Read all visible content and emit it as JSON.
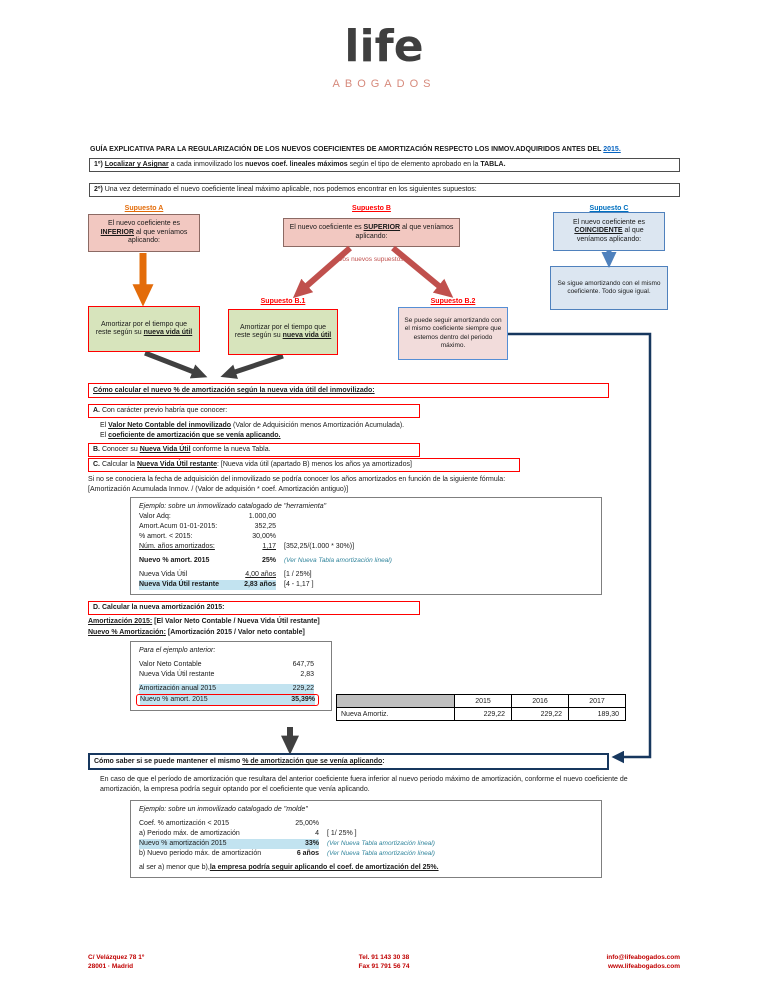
{
  "logo": {
    "brand": "life",
    "subtitle": "ABOGADOS"
  },
  "title": {
    "main": "GUÍA EXPLICATIVA PARA LA REGULARIZACIÓN DE LOS NUEVOS COEFICIENTES DE AMORTIZACIÓN RESPECTO LOS INMOV.ADQUIRIDOS ANTES DEL ",
    "year_link": "2015."
  },
  "steps": {
    "step1_parts": [
      "1º) ",
      "Localizar y Asignar",
      " a cada inmovilizado los ",
      "nuevos coef. lineales máximos",
      " según el tipo de elemento aprobado en la ",
      "TABLA."
    ],
    "step2_prefix": "2º)",
    "step2_text": " Una vez determinado el nuevo coeficiente lineal máximo aplicable, nos podemos encontrar en los siguientes supuestos:"
  },
  "flowchart": {
    "supuesto_a": {
      "label": "Supuesto A",
      "box_pre": "El nuevo coeficiente es ",
      "box_em": "INFERIOR",
      "box_post": " al que veníamos aplicando:",
      "result_pre": "Amortizar por el tiempo que reste según su ",
      "result_em": "nueva vida útil"
    },
    "supuesto_b": {
      "label": "Supuesto B",
      "box_pre": "El nuevo coeficiente es ",
      "box_em": "SUPERIOR",
      "box_post": " al que veníamos aplicando:",
      "sub_note": "Dos nuevos supuestos:",
      "b1_label": "Supuesto B.1",
      "b1_pre": "Amortizar por el tiempo que reste según su ",
      "b1_em": "nueva vida útil",
      "b2_label": "Supuesto B.2",
      "b2_text": "Se puede seguir amortizando con el mismo coeficiente siempre que estemos dentro del periodo máximo."
    },
    "supuesto_c": {
      "label": "Supuesto C",
      "box_pre": "El nuevo coeficiente es ",
      "box_em": "COINCIDENTE",
      "box_post": " al que veníamos aplicando:",
      "result": "Se sigue amortizando con el mismo coeficiente. Todo sigue igual."
    }
  },
  "section1": {
    "header": "Cómo calcular el nuevo % de amortización según la nueva vida útil del inmovilizado:",
    "item_a_letter": "A.",
    "item_a_text": " Con carácter previo habría que conocer:",
    "line_a1_pre": "El ",
    "line_a1_em": "Valor Neto Contable del inmovilizado",
    "line_a1_post": " (Valor de Adquisición menos Amortización Acumulada).",
    "line_a2_pre": "El ",
    "line_a2_em": "coeficiente de amortización que se venía aplicando.",
    "item_b_letter": "B.",
    "item_b_pre": " Conocer su ",
    "item_b_em": "Nueva Vida Útil",
    "item_b_post": " conforme la nueva Tabla.",
    "item_c_letter": "C.",
    "item_c_pre": " Calcular la ",
    "item_c_em": "Nueva Vida Útil restante",
    "item_c_post": ": [Nueva vida útil (apartado B) menos los años ya amortizados]",
    "formula_note_1": "Si no se conociera la fecha de adquisición del inmovilizado se podría conocer los años amortizados en función de la siguiente fórmula:",
    "formula_note_2": "[Amortización Acumulada Inmov. / (Valor de adquisión * coef. Amortización antiguo)]",
    "example1": {
      "title": "Ejemplo: sobre un inmovilizado catalogado de \"herramienta\"",
      "rows": [
        {
          "label": "Valor Adq:",
          "value": "1.000,00",
          "note": ""
        },
        {
          "label": "Amort.Acum 01-01-2015:",
          "value": "352,25",
          "note": ""
        },
        {
          "label": "% amort. < 2015:",
          "value": "30,00%",
          "note": ""
        },
        {
          "label": "Núm. años amortizados:",
          "value": "1,17",
          "note": "[352,25/(1.000 * 30%)]"
        },
        {
          "label": "Nuevo % amort. 2015",
          "value": "25%",
          "note": "(Ver Nueva Tabla amortización lineal)"
        },
        {
          "label": "Nueva Vida Útil",
          "value": "4,00 años",
          "note": "[1 / 25%]"
        },
        {
          "label": "Nueva Vida Útil restante",
          "value": "2,83 años",
          "note": "[4 - 1,17 ]"
        }
      ]
    },
    "item_d": "D. Calcular la nueva amortización 2015:",
    "formula_d1_em": "Amortización 2015:",
    "formula_d1_post": " [El Valor Neto Contable / Nueva Vida Útil restante]",
    "formula_d2_em": "Nuevo % Amortización:",
    "formula_d2_post": "  [Amortización 2015 / Valor neto contable]",
    "example2": {
      "title": "Para el ejemplo anterior:",
      "rows": [
        {
          "label": "Valor Neto Contable",
          "value": "647,75"
        },
        {
          "label": "Nueva Vida Útil restante",
          "value": "2,83"
        },
        {
          "label": "Amortización anual 2015",
          "value": "229,22"
        },
        {
          "label": "Nuevo % amort. 2015",
          "value": "35,39%"
        }
      ]
    },
    "amort_table": {
      "years": [
        "2015",
        "2016",
        "2017"
      ],
      "row_label": "Nueva Amortiz.",
      "values": [
        "229,22",
        "229,22",
        "189,30"
      ]
    }
  },
  "section2": {
    "header_pre": "Cómo saber si se puede mantener el mismo ",
    "header_em": "% de amortización que se venía aplicando",
    "header_post": ":",
    "paragraph": "En caso de que el período de amortización que resultara del anterior coeficiente fuera inferior al nuevo periodo máximo de amortización, conforme el nuevo coeficiente de amortización, la empresa podría seguir optando por el coeficiente que venía aplicando.",
    "example3": {
      "title": "Ejemplo: sobre un inmovilizado catalogado de \"molde\"",
      "rows": [
        {
          "label": "Coef. % amortización < 2015",
          "value": "25,00%",
          "note": ""
        },
        {
          "label": "a) Periodo máx. de amortización",
          "value": "4",
          "note": "[ 1/ 25% ]"
        },
        {
          "label": "Nuevo % amortización 2015",
          "value": "33%",
          "note": "(Ver Nueva Tabla amortización lineal)"
        },
        {
          "label": "b) Nuevo periodo máx. de amortización",
          "value": "6 años",
          "note": "(Ver Nueva Tabla amortización lineal)"
        }
      ],
      "conclusion_pre": "al ser a) menor que b), ",
      "conclusion_em": "la empresa podría seguir aplicando el coef. de amortización del 25%."
    }
  },
  "footer": {
    "address_line1": "C/ Velázquez 78 1º",
    "address_line2": "28001 · Madrid",
    "tel": "Tel. 91 143 30 38",
    "fax": "Fax 91 791 56 74",
    "email": "info@lifeabogados.com",
    "web": "www.lifeabogados.com"
  },
  "colors": {
    "accent_red": "#C00000",
    "bright_red": "#FF0000",
    "orange": "#E36C0A",
    "navy": "#17375E",
    "link_blue": "#0563C1",
    "label_blue": "#0070C0",
    "note_blue": "#31859C",
    "salmon_box": "#F2C8C1",
    "green_box": "#D7E4BC",
    "pink_box": "#F2DCDB",
    "lightblue_box": "#DCE6F1",
    "highlight": "#C2E3F0",
    "logo_coral": "#D6897B",
    "table_gray": "#BFBFBF"
  }
}
